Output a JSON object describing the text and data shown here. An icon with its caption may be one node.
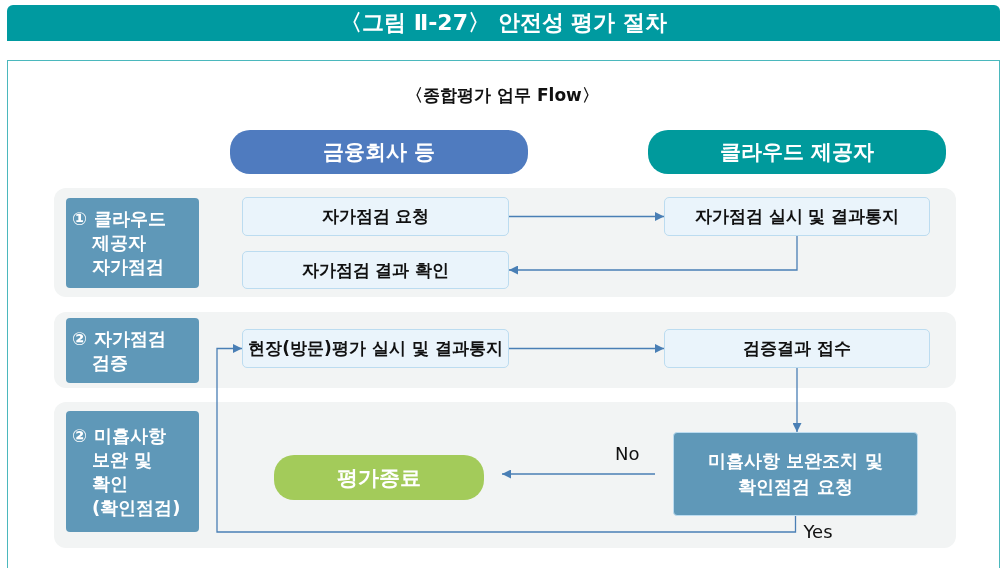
{
  "diagram": {
    "title": "〈그림 Ⅱ-27〉 안전성 평가 절차",
    "nodes": [
      {
        "text": [
          "금융회사 등"
        ]
      },
      {
        "text": [
          "클라우드 제공자"
        ]
      },
      {
        "text": [
          "① 클라우드 제공자 자가점검"
        ]
      },
      {
        "text": [
          "자가점검 요청"
        ]
      },
      {
        "text": [
          "자가점검 실시 및 결과통지"
        ]
      },
      {
        "text": [
          "자가점검 결과 확인"
        ]
      },
      {
        "text": [
          "② 자가점검 검증"
        ]
      },
      {
        "text": [
          "현장(방문)평가 실시 및 결과통지"
        ]
      },
      {
        "text": [
          "검증결과 접수"
        ]
      },
      {
        "text": [
          "② 미흡사항 보완 및 확인 (확인점검)"
        ]
      },
      {
        "text": [
          "평가종료"
        ]
      },
      {
        "text": [
          "미흡사항 보완조치 및 확인점검 요청"
        ]
      }
    ],
    "edges": [
      {
        "from": 3,
        "to": 4,
        "arrow": "to"
      },
      {
        "from": 4,
        "to": 5,
        "arrow": "to"
      },
      {
        "from": 7,
        "to": 8,
        "arrow": "to"
      },
      {
        "from": 8,
        "to": 11,
        "arrow": "to"
      },
      {
        "from": 11,
        "to": 10,
        "arrow": "to",
        "label": "No"
      },
      {
        "from": 11,
        "to": 7,
        "arrow": "to",
        "label": "Yes"
      }
    ],
    "labels": [
      "〈종합평가 업무 Flow〉"
    ]
  }
}
